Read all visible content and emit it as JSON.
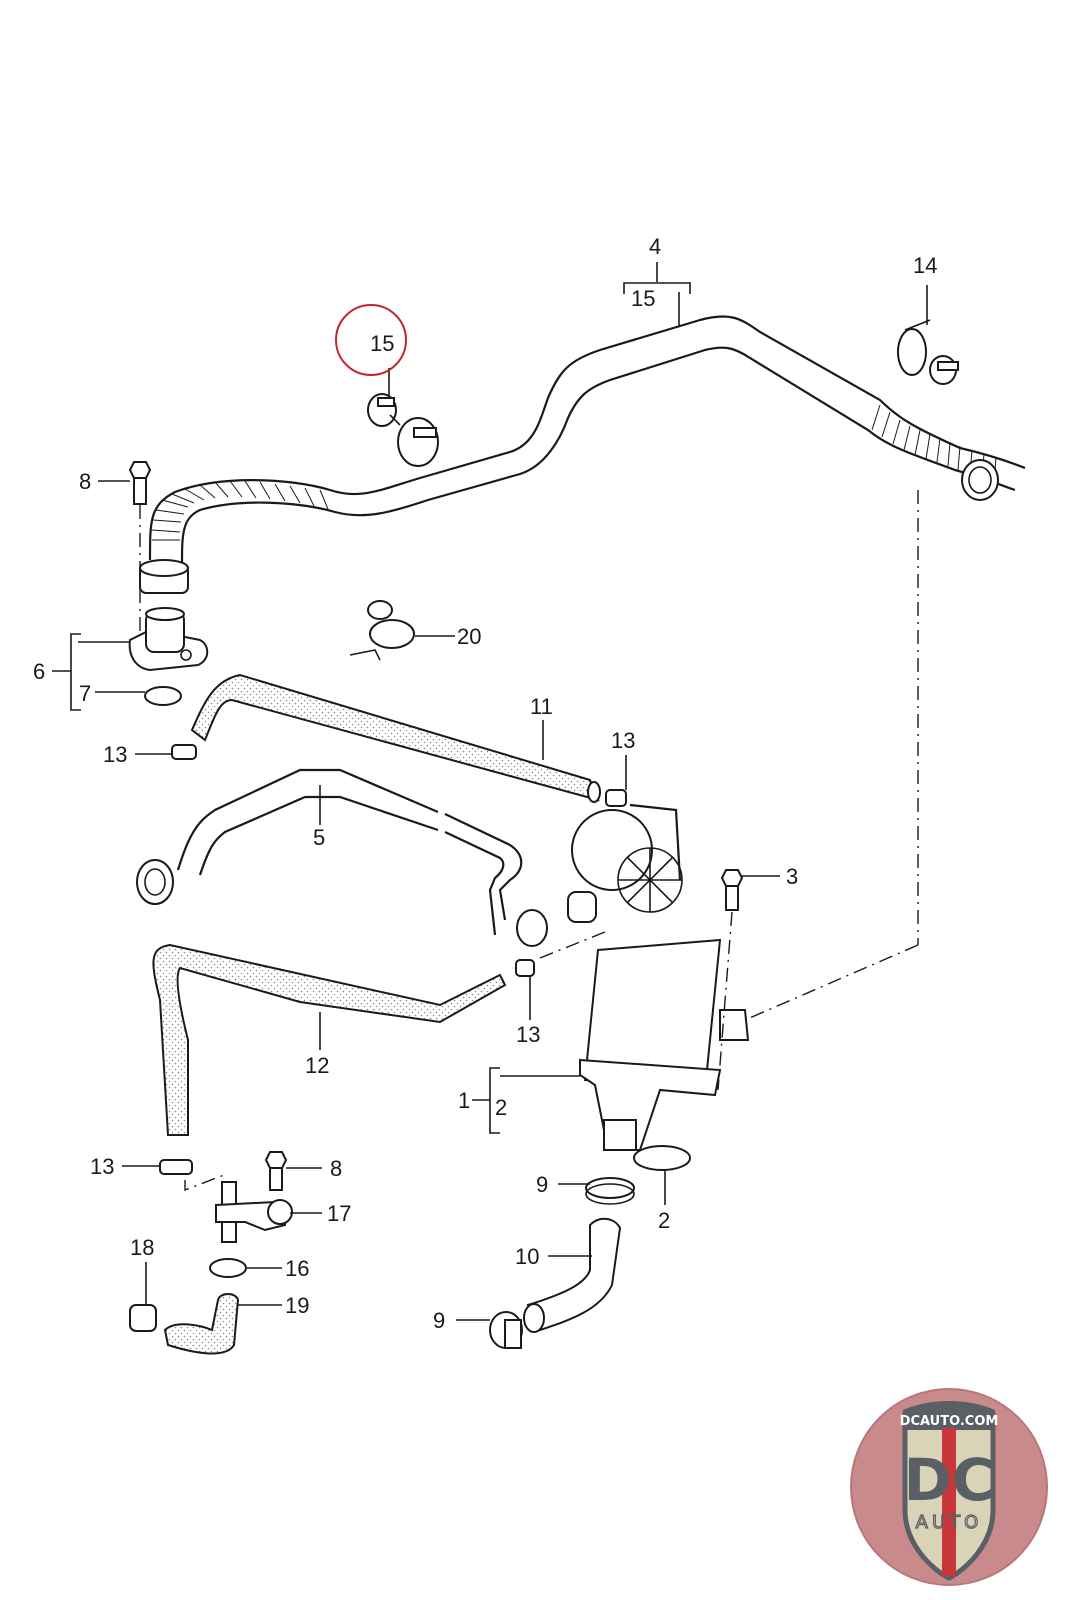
{
  "diagram": {
    "title": "Exploded parts diagram — crankcase breather / oil separator hoses",
    "callouts": [
      {
        "id": "c1",
        "label": "1"
      },
      {
        "id": "c2a",
        "label": "2"
      },
      {
        "id": "c2b",
        "label": "2"
      },
      {
        "id": "c3",
        "label": "3"
      },
      {
        "id": "c4",
        "label": "4"
      },
      {
        "id": "c5",
        "label": "5"
      },
      {
        "id": "c6",
        "label": "6"
      },
      {
        "id": "c7",
        "label": "7"
      },
      {
        "id": "c8a",
        "label": "8"
      },
      {
        "id": "c8b",
        "label": "8"
      },
      {
        "id": "c9a",
        "label": "9"
      },
      {
        "id": "c9b",
        "label": "9"
      },
      {
        "id": "c10",
        "label": "10"
      },
      {
        "id": "c11",
        "label": "11"
      },
      {
        "id": "c12",
        "label": "12"
      },
      {
        "id": "c13a",
        "label": "13"
      },
      {
        "id": "c13b",
        "label": "13"
      },
      {
        "id": "c13c",
        "label": "13"
      },
      {
        "id": "c13d",
        "label": "13"
      },
      {
        "id": "c14",
        "label": "14"
      },
      {
        "id": "c15a",
        "label": "15"
      },
      {
        "id": "c15b",
        "label": "15"
      },
      {
        "id": "c16",
        "label": "16"
      },
      {
        "id": "c17",
        "label": "17"
      },
      {
        "id": "c18",
        "label": "18"
      },
      {
        "id": "c19",
        "label": "19"
      },
      {
        "id": "c20",
        "label": "20"
      }
    ],
    "highlighted_callout": "15",
    "highlight_color": "#c0282d"
  },
  "logo": {
    "url_text": "DCAUTO.COM",
    "monogram": "DC",
    "subtitle": "AUTO",
    "colors": {
      "background": "#c98a8c",
      "shield": "#d9d3b8",
      "dark": "#5a5f66",
      "stripe": "#c9373b"
    }
  }
}
